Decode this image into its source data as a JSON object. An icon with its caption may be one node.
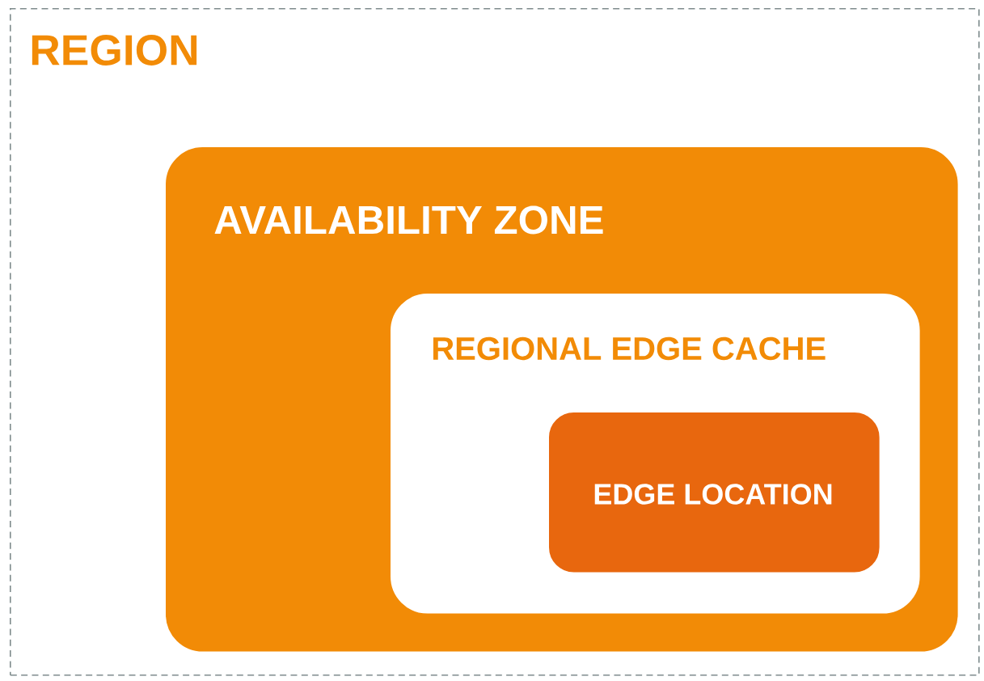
{
  "diagram": {
    "nodes": [
      {
        "text": [
          "REGION"
        ]
      },
      {
        "text": [
          "AVAILABILITY ZONE"
        ],
        "in": 0
      },
      {
        "text": [
          "REGIONAL EDGE CACHE"
        ],
        "in": 1
      },
      {
        "text": [
          "EDGE LOCATION"
        ],
        "in": 2
      }
    ]
  }
}
